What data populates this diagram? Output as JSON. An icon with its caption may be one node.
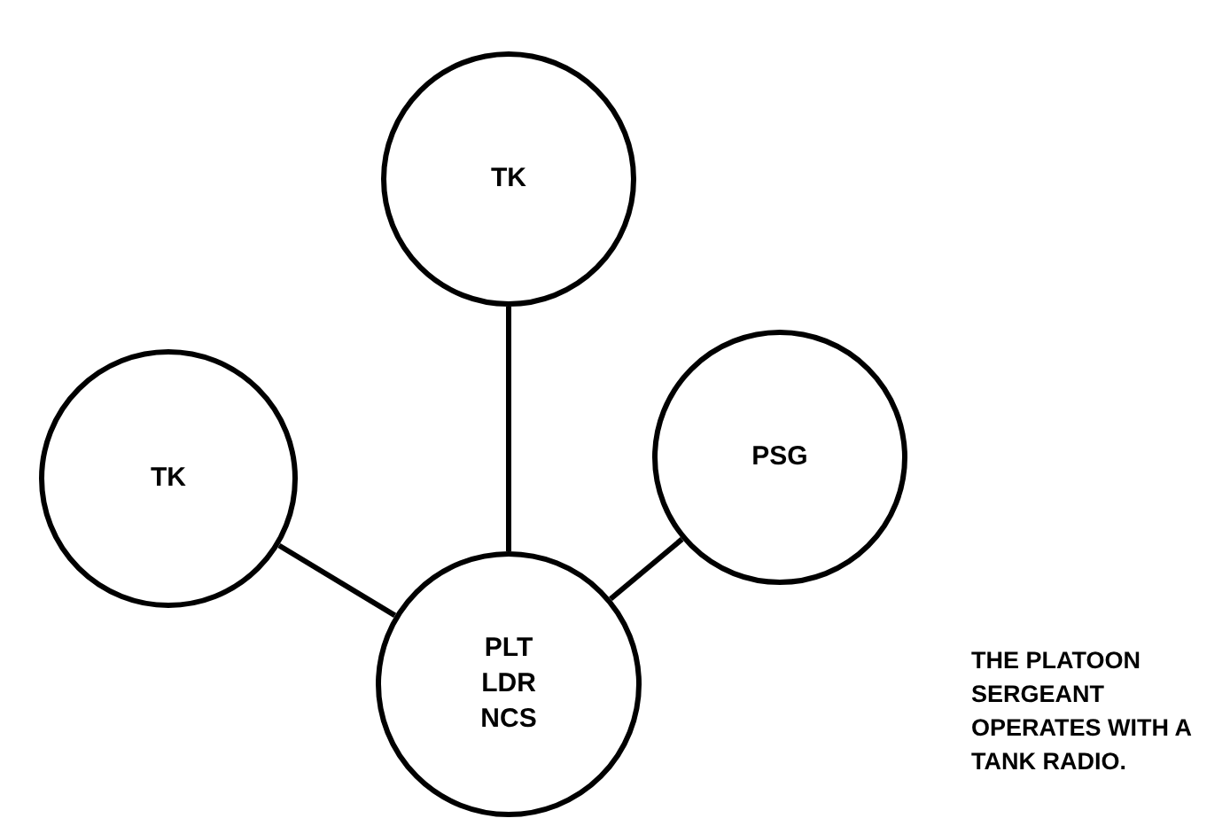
{
  "diagram": {
    "nodes": [
      {
        "text": [
          "TK"
        ]
      },
      {
        "text": [
          "TK"
        ]
      },
      {
        "text": [
          "PSG"
        ]
      },
      {
        "text": [
          "PLT LDR NCS"
        ]
      }
    ],
    "edges": [
      {
        "from": 0,
        "to": 3,
        "arrow": "none"
      },
      {
        "from": 1,
        "to": 3,
        "arrow": "none"
      },
      {
        "from": 2,
        "to": 3,
        "arrow": "none"
      }
    ],
    "labels": [
      "THE PLATOON SERGEANT OPERATES WITH A TANK RADIO."
    ]
  }
}
